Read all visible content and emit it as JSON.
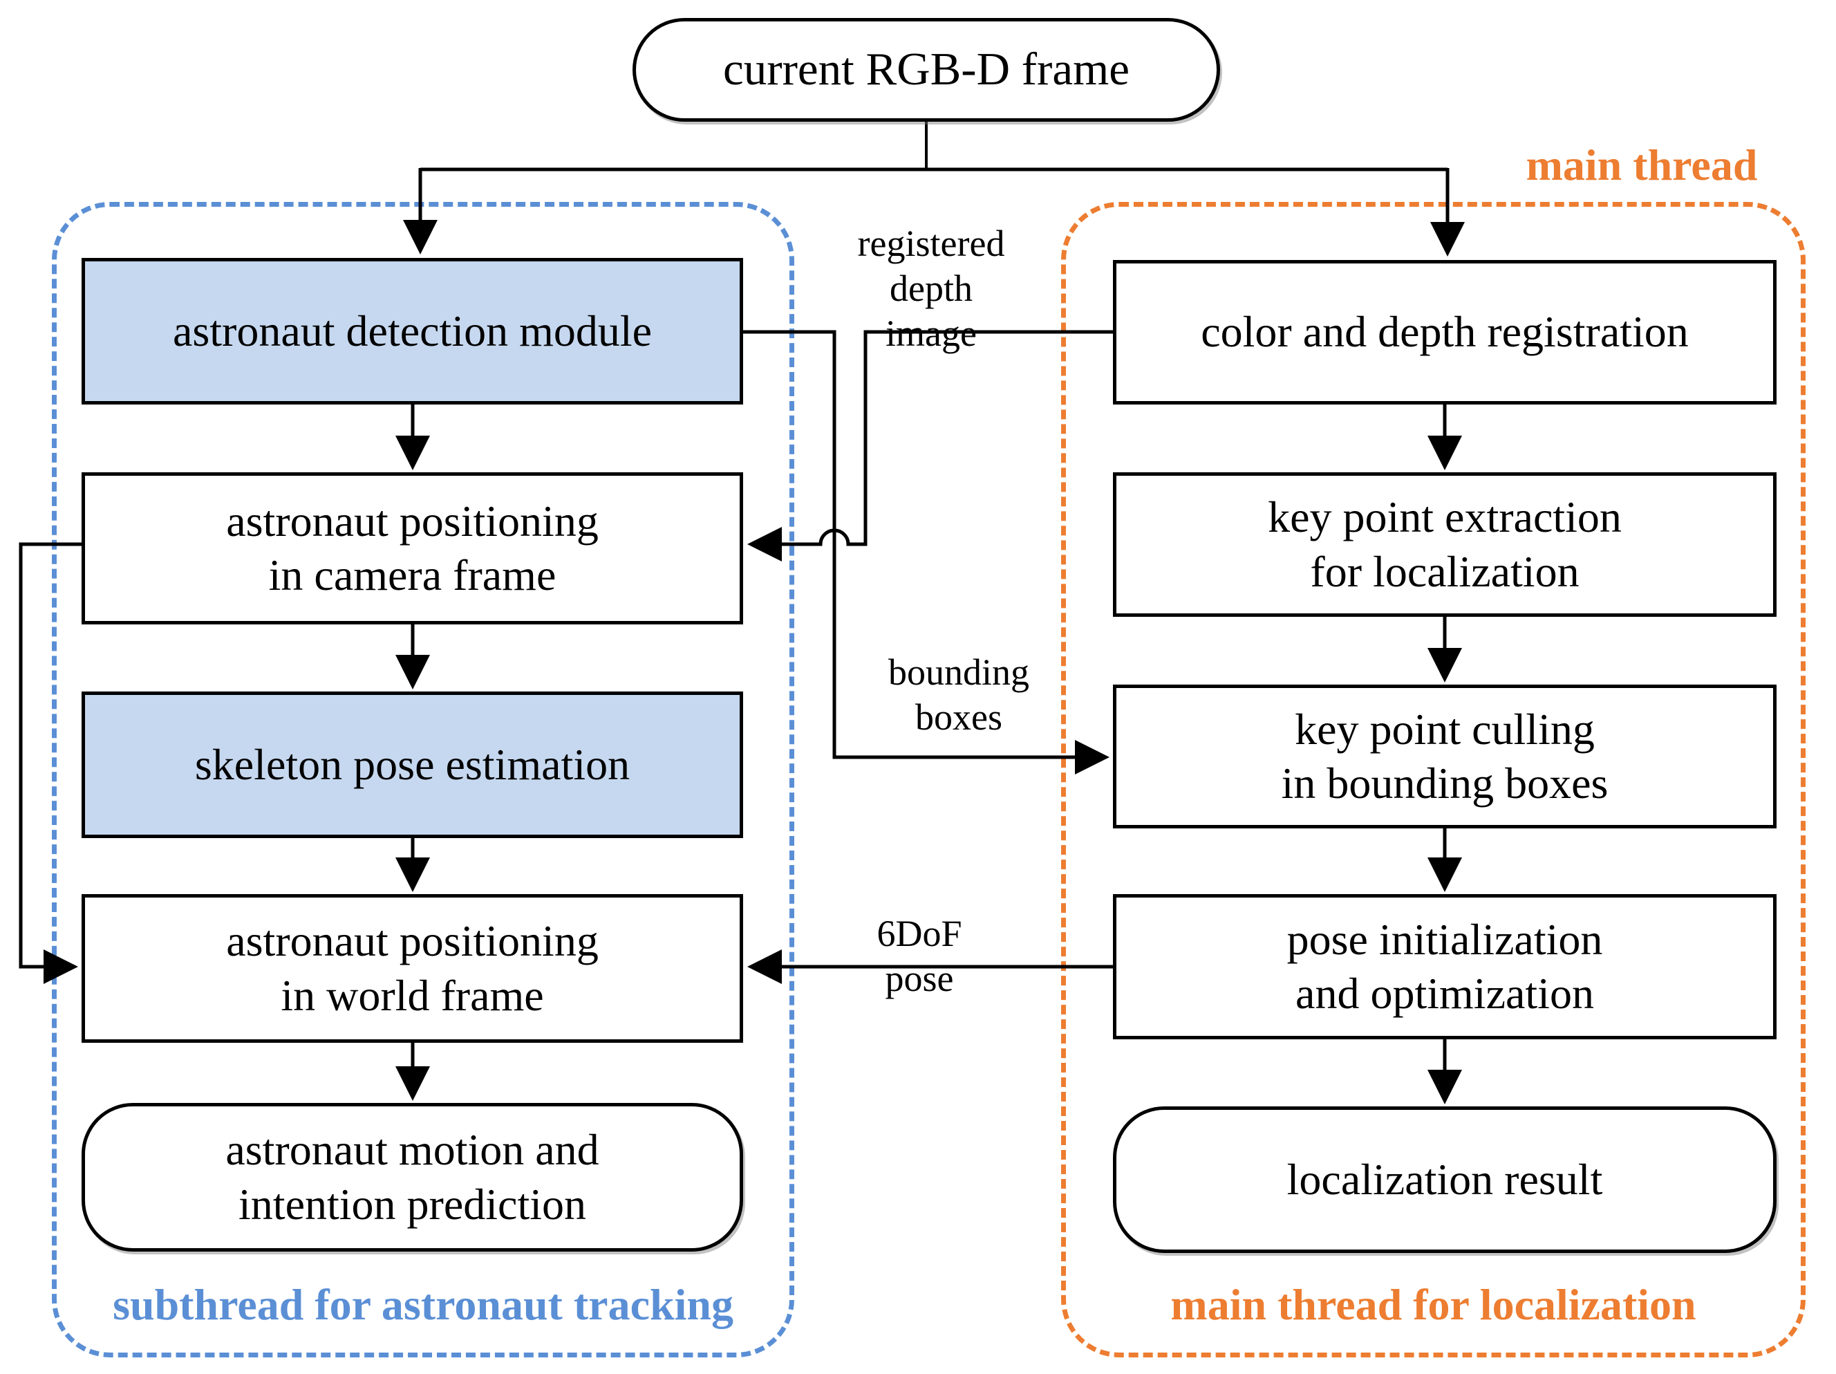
{
  "colors": {
    "accent_blue": "#5B8FD5",
    "accent_orange": "#ED7D31",
    "node_fill_blue": "#C6D8EF",
    "line_black": "#000000"
  },
  "top_node": {
    "label": "current RGB-D frame"
  },
  "annotations": {
    "main_thread": "main thread",
    "subthread_container": "subthread for astronaut tracking",
    "main_thread_container": "main thread for localization"
  },
  "edge_labels": {
    "registered_depth": "registered\ndepth image",
    "bounding_boxes": "bounding\nboxes",
    "six_dof": "6DoF pose"
  },
  "left_column": {
    "nodes": [
      {
        "label": "astronaut detection module",
        "highlighted": true
      },
      {
        "label": "astronaut positioning\nin camera frame",
        "highlighted": false
      },
      {
        "label": "skeleton pose estimation",
        "highlighted": true
      },
      {
        "label": "astronaut positioning\nin world frame",
        "highlighted": false
      },
      {
        "label": "astronaut motion and\nintention prediction",
        "highlighted": false
      }
    ]
  },
  "right_column": {
    "nodes": [
      {
        "label": "color and depth registration",
        "highlighted": false
      },
      {
        "label": "key point extraction\nfor localization",
        "highlighted": false
      },
      {
        "label": "key point culling\nin bounding boxes",
        "highlighted": false
      },
      {
        "label": "pose initialization\nand optimization",
        "highlighted": false
      },
      {
        "label": "localization result",
        "highlighted": false
      }
    ]
  }
}
